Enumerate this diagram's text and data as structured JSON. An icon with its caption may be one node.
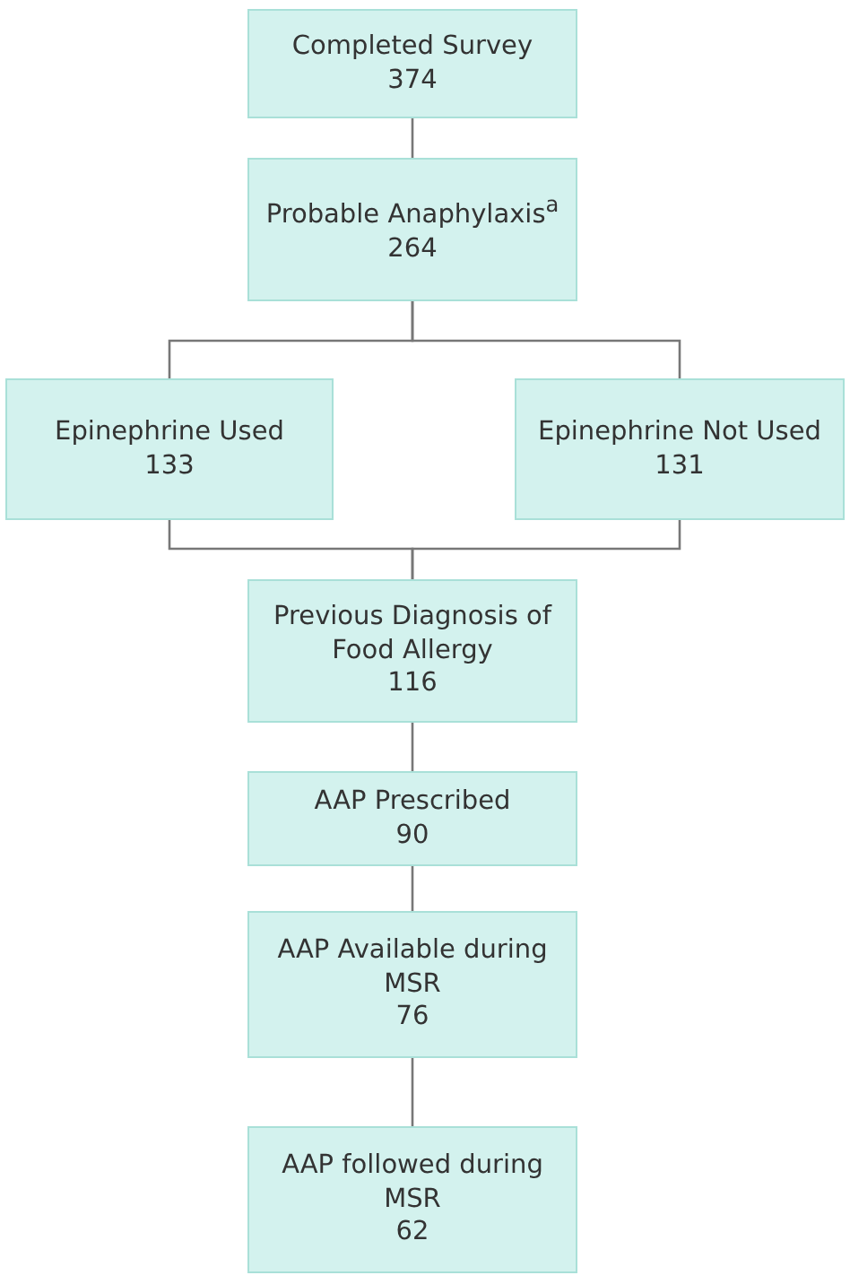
{
  "diagram": {
    "nodes": [
      {
        "text": [
          "Completed Survey",
          "374"
        ]
      },
      {
        "text": [
          "Probable Anaphylaxis$^{a}$",
          "264"
        ]
      },
      {
        "text": [
          "Epinephrine Used",
          "133"
        ]
      },
      {
        "text": [
          "Epinephrine Not Used",
          "131"
        ]
      },
      {
        "text": [
          "Previous Diagnosis of Food Allergy",
          "116"
        ]
      },
      {
        "text": [
          "AAP Prescribed",
          "90"
        ]
      },
      {
        "text": [
          "AAP Available during MSR",
          "76"
        ]
      },
      {
        "text": [
          "AAP followed during MSR",
          "62"
        ]
      }
    ],
    "edges": [
      {
        "from": 0,
        "to": 1,
        "arrow": "none"
      },
      {
        "from": 1,
        "to": 2,
        "arrow": "none"
      },
      {
        "from": 1,
        "to": 3,
        "arrow": "none"
      },
      {
        "from": 2,
        "to": 4,
        "arrow": "none"
      },
      {
        "from": 3,
        "to": 4,
        "arrow": "none"
      },
      {
        "from": 4,
        "to": 5,
        "arrow": "none"
      },
      {
        "from": 5,
        "to": 6,
        "arrow": "none"
      },
      {
        "from": 6,
        "to": 7,
        "arrow": "none"
      }
    ]
  }
}
